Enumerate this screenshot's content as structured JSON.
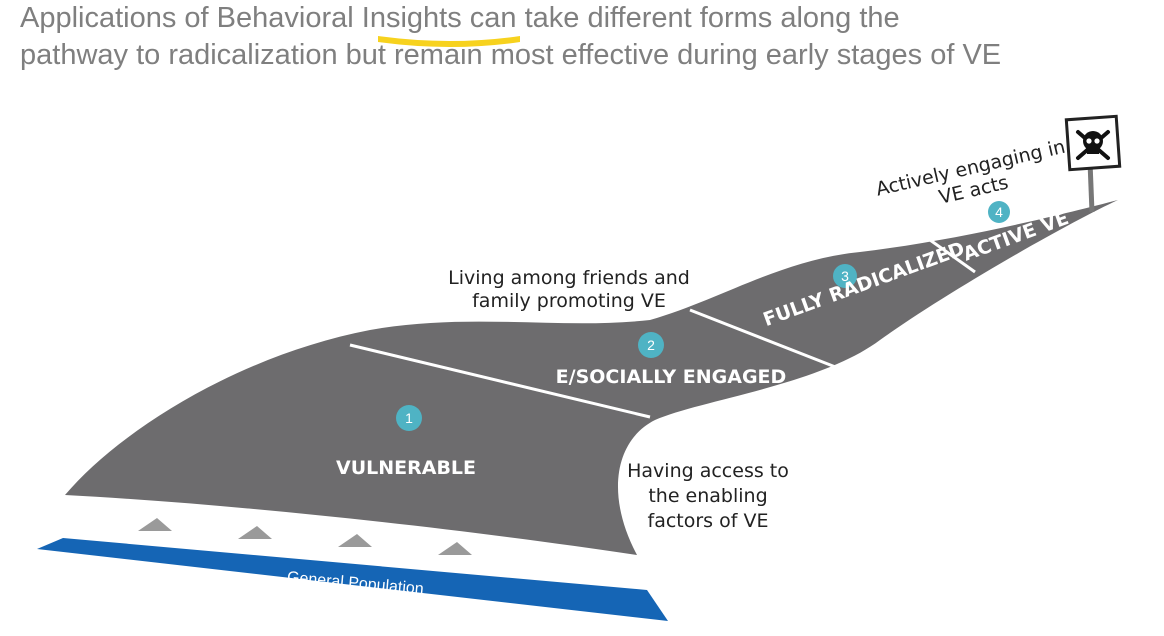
{
  "title": {
    "line1": "Applications of Behavioral Insights can take different forms along the",
    "line2": "pathway to radicalization but remain most effective during early stages of VE"
  },
  "stages": [
    {
      "number": "1",
      "label": "VULNERABLE"
    },
    {
      "number": "2",
      "label": "E/SOCIALLY ENGAGED"
    },
    {
      "number": "3",
      "label": "FULLY RADICALIZED"
    },
    {
      "number": "4",
      "label": "ACTIVE VE"
    }
  ],
  "annotations": {
    "friends_line1": "Living among friends and",
    "friends_line2": "family promoting VE",
    "access_line1": "Having access to",
    "access_line2": "the enabling",
    "access_line3": "factors of VE",
    "active_line1": "Actively engaging in",
    "active_line2": "VE acts"
  },
  "base_label": "General Population",
  "sign_icon": "skull-crossbones-icon",
  "colors": {
    "path": "#6d6c6e",
    "badge": "#4fb3c4",
    "base_bar": "#1565b5",
    "title": "#7f7f7f",
    "highlight": "#f7d21e"
  }
}
